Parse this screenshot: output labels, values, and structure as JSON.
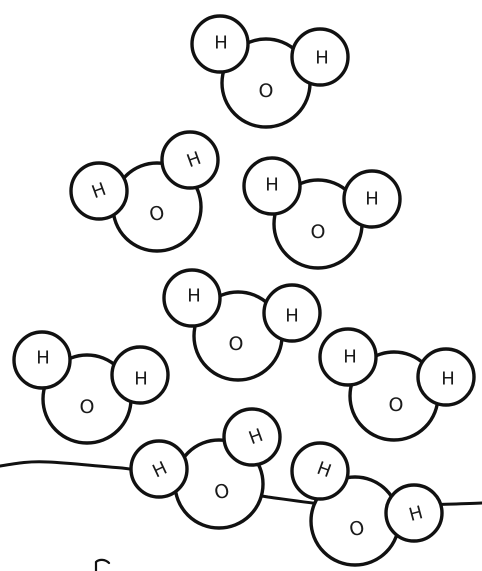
{
  "molecules": [
    {
      "oxygen": "O",
      "hydrogens": [
        "H",
        "H"
      ]
    },
    {
      "oxygen": "O",
      "hydrogens": [
        "H",
        "H"
      ]
    },
    {
      "oxygen": "O",
      "hydrogens": [
        "H",
        "H"
      ]
    },
    {
      "oxygen": "O",
      "hydrogens": [
        "H",
        "H"
      ]
    },
    {
      "oxygen": "O",
      "hydrogens": [
        "H",
        "H"
      ]
    },
    {
      "oxygen": "O",
      "hydrogens": [
        "H",
        "H"
      ]
    },
    {
      "oxygen": "O",
      "hydrogens": [
        "H",
        "H"
      ]
    },
    {
      "oxygen": "O",
      "hydrogens": [
        "H",
        "H"
      ]
    }
  ],
  "colors": {
    "outline": "#111111",
    "fill": "#ffffff",
    "text": "#1a1a1a"
  }
}
